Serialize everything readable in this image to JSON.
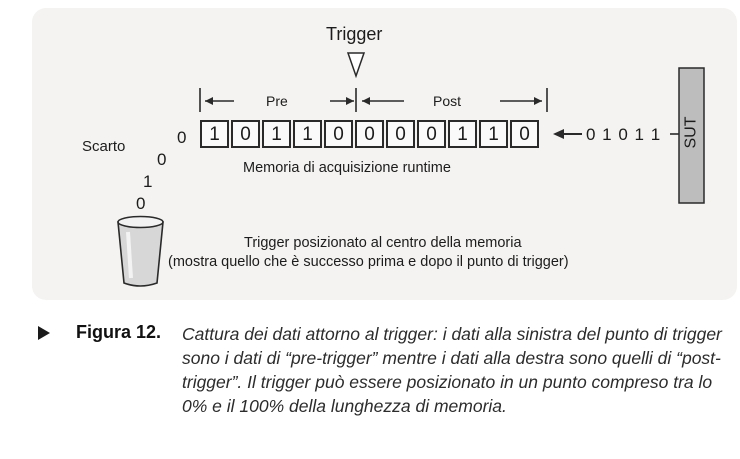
{
  "diagram": {
    "trigger_label": "Trigger",
    "pre_label": "Pre",
    "post_label": "Post",
    "discard_label": "Scarto",
    "memory_bits": [
      "1",
      "0",
      "1",
      "1",
      "0",
      "0",
      "0",
      "0",
      "1",
      "1",
      "0"
    ],
    "memory_label": "Memoria di acquisizione runtime",
    "incoming_bits": "0 1 0 1 1",
    "sut_label": "SUT",
    "discarded_bits": [
      "0",
      "0",
      "1",
      "0"
    ],
    "trigger_note_line1": "Trigger posizionato al centro della memoria",
    "trigger_note_line2": "(mostra quello che è successo prima e dopo il punto di trigger)"
  },
  "caption": {
    "label": "Figura 12.",
    "text": "Cattura dei dati attorno al trigger: i dati alla sinistra del punto di trigger sono i dati di “pre-trigger” mentre i dati alla destra sono quelli di “post-trigger”. Il trigger può essere posizionato in un punto compreso tra lo 0% e il 100% della lunghezza di memoria."
  }
}
